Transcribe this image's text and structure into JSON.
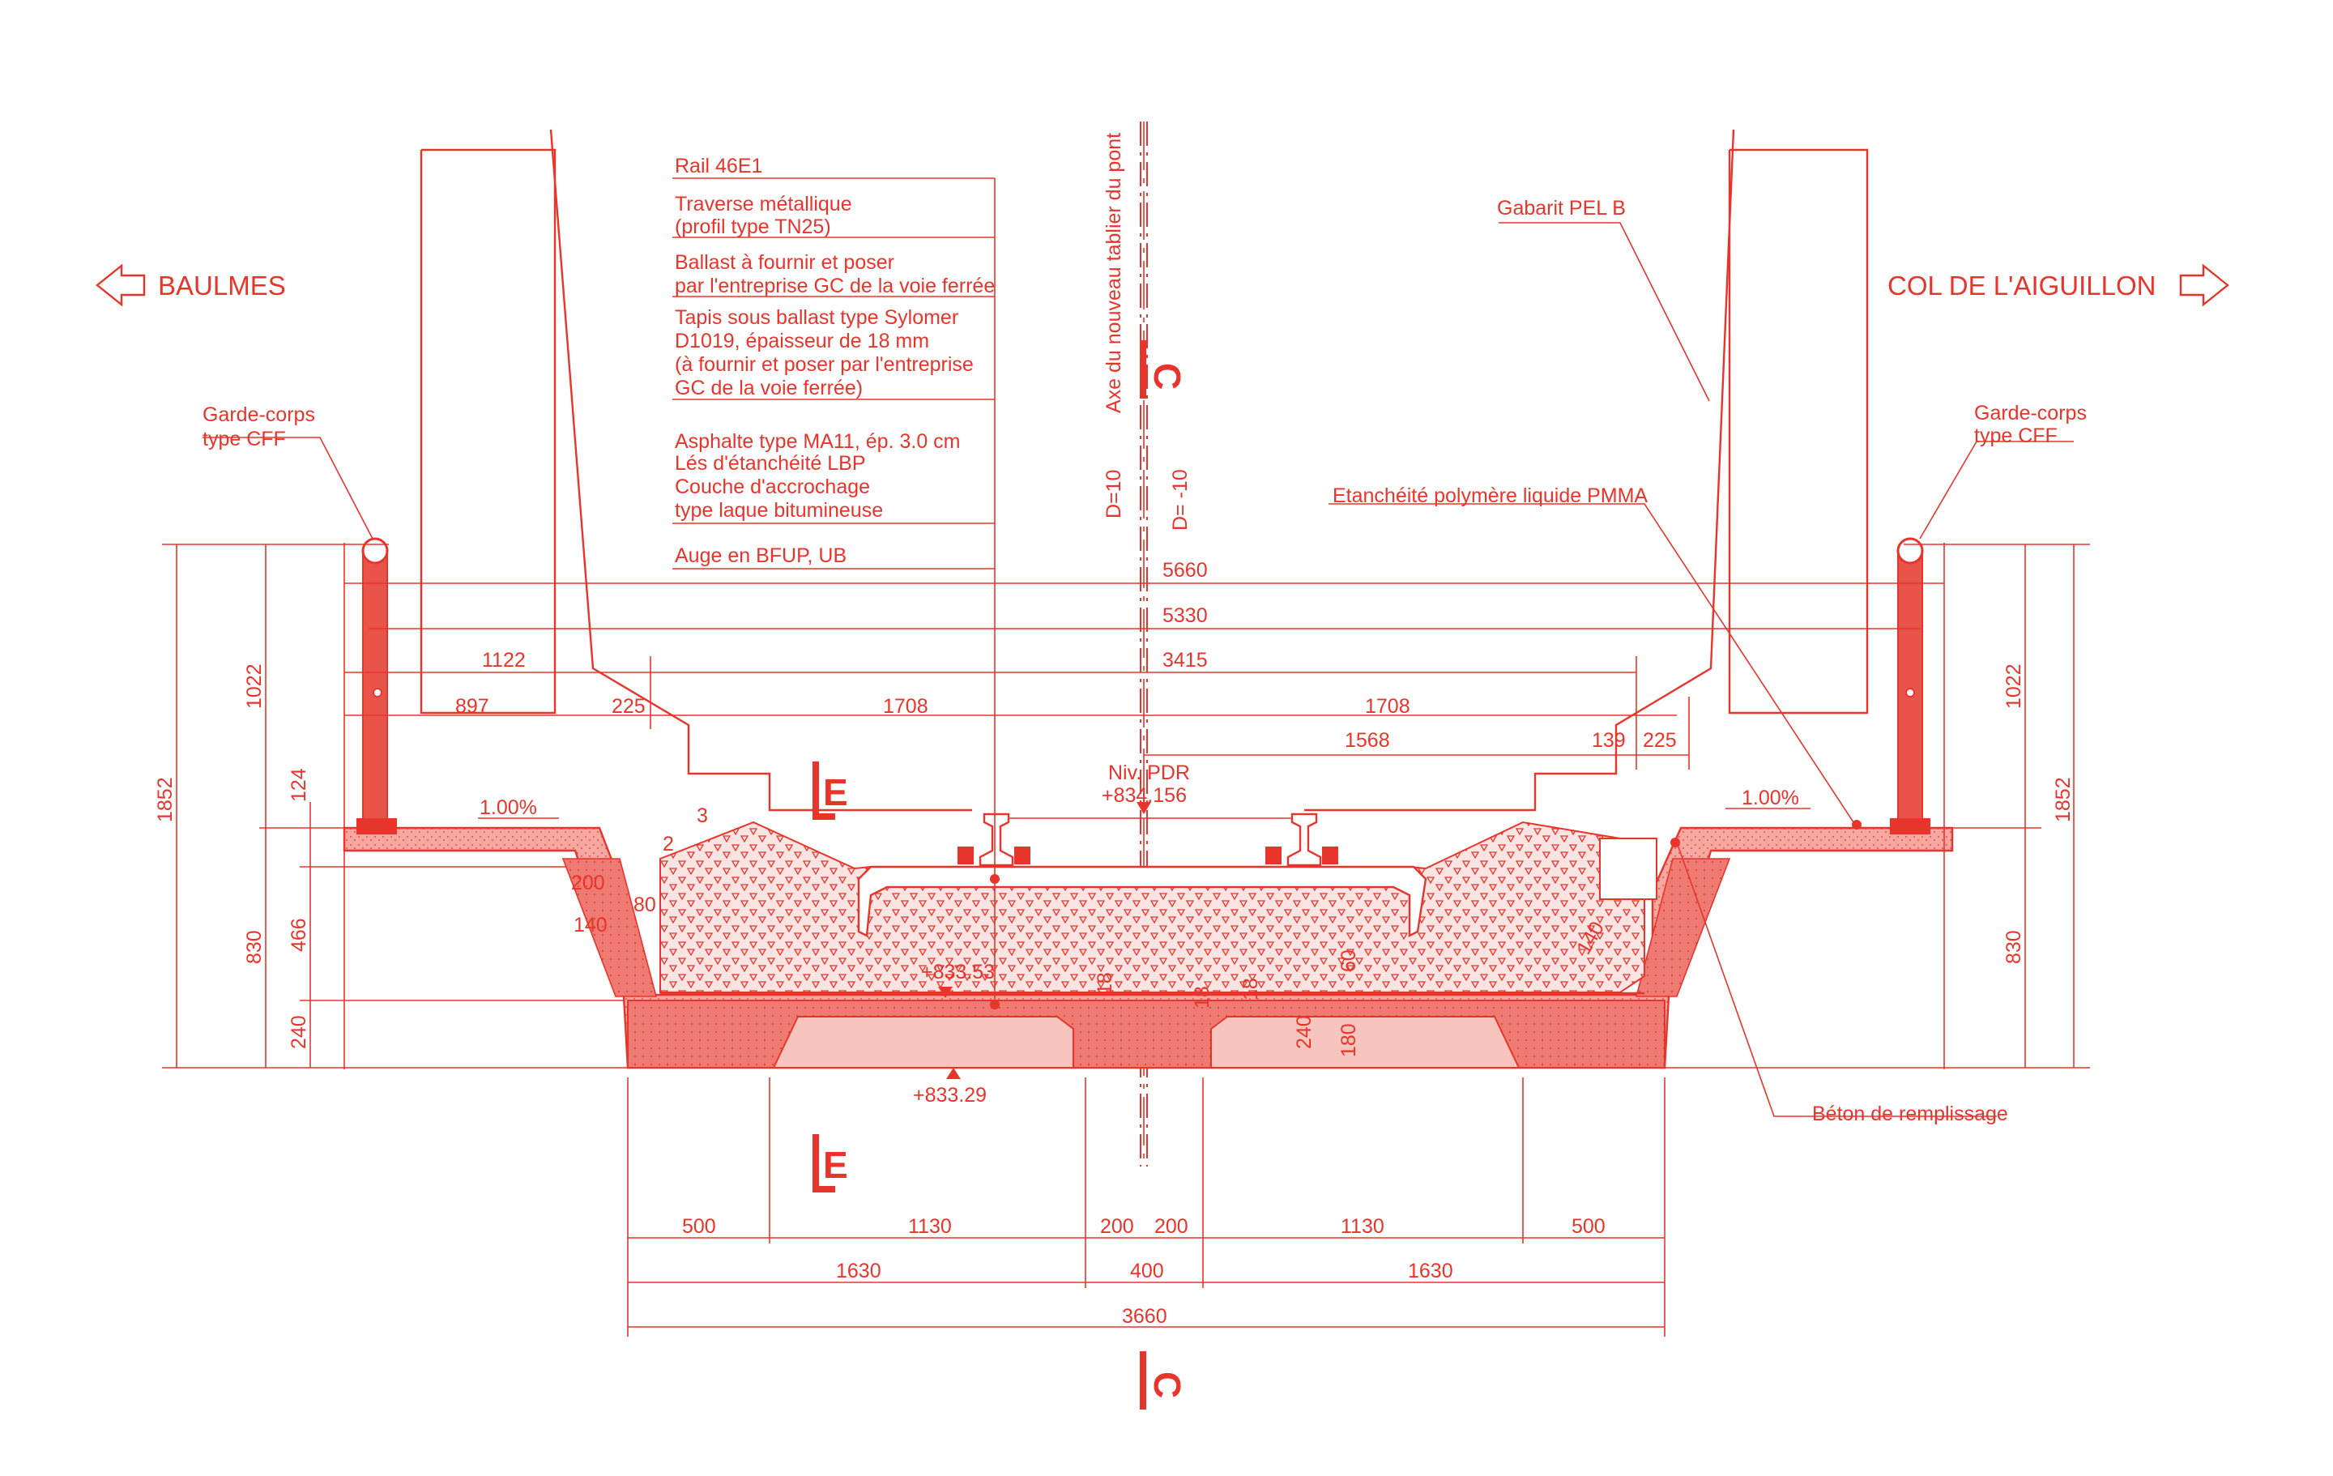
{
  "directions": {
    "left": "BAULMES",
    "right": "COL DE L'AIGUILLON"
  },
  "labels": {
    "garde_corps_left_1": "Garde-corps",
    "garde_corps_left_2": "type CFF",
    "garde_corps_right_1": "Garde-corps",
    "garde_corps_right_2": "type CFF",
    "gabarit": "Gabarit PEL B",
    "etancheite": "Etanchéité polymère liquide PMMA",
    "beton": "Béton de remplissage",
    "axe": "Axe du nouveau tablier du pont",
    "d_left": "D=10",
    "d_right": "D= -10",
    "niv_pdr": "Niv. PDR",
    "niv_pdr_value": "+834.156",
    "level_top_slab": "+833.53",
    "level_bottom": "+833.29",
    "slope_left": "1.00%",
    "slope_right": "1.00%"
  },
  "legend": {
    "rail": "Rail 46E1",
    "traverse_1": "Traverse métallique",
    "traverse_2": "(profil type TN25)",
    "ballast_1": "Ballast à fournir et poser",
    "ballast_2": "par l'entreprise GC de la voie ferrée",
    "tapis_1": "Tapis sous ballast type Sylomer",
    "tapis_2": "D1019, épaisseur de 18 mm",
    "tapis_3": "(à fournir et poser par l'entreprise",
    "tapis_4": "GC de la voie ferrée)",
    "asphalte_1": "Asphalte type MA11, ép. 3.0 cm",
    "asphalte_2": "Lés d'étanchéité LBP",
    "asphalte_3": "Couche d'accrochage",
    "asphalte_4": "type laque bitumineuse",
    "auge": "Auge en BFUP, UB"
  },
  "symbols": {
    "center": "C",
    "section": "E"
  },
  "dims": {
    "d5660": "5660",
    "d5330": "5330",
    "d3415": "3415",
    "d1122": "1122",
    "d897": "897",
    "d225l": "225",
    "d1708l": "1708",
    "d1708r": "1708",
    "d1568": "1568",
    "d139": "139",
    "d225r": "225",
    "d1022l": "1022",
    "d1852l": "1852",
    "d124": "124",
    "d466": "466",
    "d830l": "830",
    "d240l": "240",
    "d1022r": "1022",
    "d1852r": "1852",
    "d830r": "830",
    "d3": "3",
    "d2": "2",
    "d200": "200",
    "d140": "140",
    "d80": "80",
    "d140r": "140",
    "d240c": "240",
    "d180": "180",
    "d60": "60",
    "d18a": "18",
    "d18b": "18",
    "d18c": "18",
    "b500l": "500",
    "b1130l": "1130",
    "b200l": "200",
    "b200r": "200",
    "b1130r": "1130",
    "b500r": "500",
    "b1630l": "1630",
    "b400": "400",
    "b1630r": "1630",
    "b3660": "3660"
  },
  "colors": {
    "drawing": "#e8352c",
    "fill_light": "#f6b7b1",
    "fill_mid": "#f08a82",
    "fill_dark": "#e8544a"
  }
}
